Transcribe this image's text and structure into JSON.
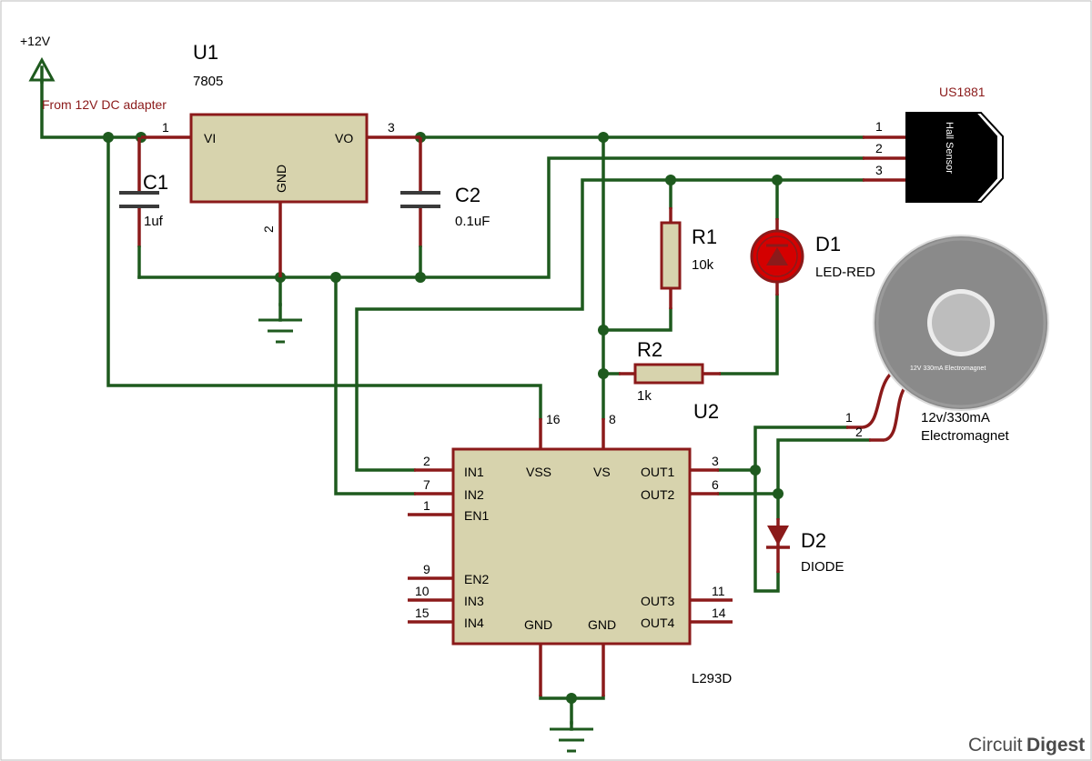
{
  "power": {
    "label": "+12V",
    "note": "From 12V DC adapter"
  },
  "u1": {
    "ref": "U1",
    "value": "7805",
    "pin_vi": "VI",
    "pin_vo": "VO",
    "pin_gnd": "GND",
    "pin1": "1",
    "pin2": "2",
    "pin3": "3"
  },
  "c1": {
    "ref": "C1",
    "value": "1uf"
  },
  "c2": {
    "ref": "C2",
    "value": "0.1uF"
  },
  "sensor": {
    "ref": "US1881",
    "body_label": "Hall Sensor",
    "pins": [
      "1",
      "2",
      "3"
    ]
  },
  "r1": {
    "ref": "R1",
    "value": "10k"
  },
  "d1": {
    "ref": "D1",
    "value": "LED-RED"
  },
  "r2": {
    "ref": "R2",
    "value": "1k"
  },
  "u2": {
    "ref": "U2",
    "value": "L293D",
    "top_pins": {
      "vss": "VSS",
      "vs": "VS",
      "vss_num": "16",
      "vs_num": "8"
    },
    "left_pins": [
      {
        "num": "2",
        "name": "IN1"
      },
      {
        "num": "7",
        "name": "IN2"
      },
      {
        "num": "1",
        "name": "EN1"
      },
      {
        "num": "9",
        "name": "EN2"
      },
      {
        "num": "10",
        "name": "IN3"
      },
      {
        "num": "15",
        "name": "IN4"
      }
    ],
    "right_pins": [
      {
        "num": "3",
        "name": "OUT1"
      },
      {
        "num": "6",
        "name": "OUT2"
      },
      {
        "num": "11",
        "name": "OUT3"
      },
      {
        "num": "14",
        "name": "OUT4"
      }
    ],
    "gnd_labels": [
      "GND",
      "GND"
    ]
  },
  "d2": {
    "ref": "D2",
    "value": "DIODE"
  },
  "magnet": {
    "inner_label": "12V 330mA Electromagnet",
    "caption_line1": "12v/330mA",
    "caption_line2": "Electromagnet",
    "pins": [
      "1",
      "2"
    ]
  },
  "brand": {
    "part1": "Circuit",
    "part2": "Digest"
  },
  "colors": {
    "wire": "#1e5a1e",
    "lead": "#8b1a1a",
    "body": "#d7d3ad",
    "sensor": "#000000",
    "magnet": "#7a7a7a"
  }
}
